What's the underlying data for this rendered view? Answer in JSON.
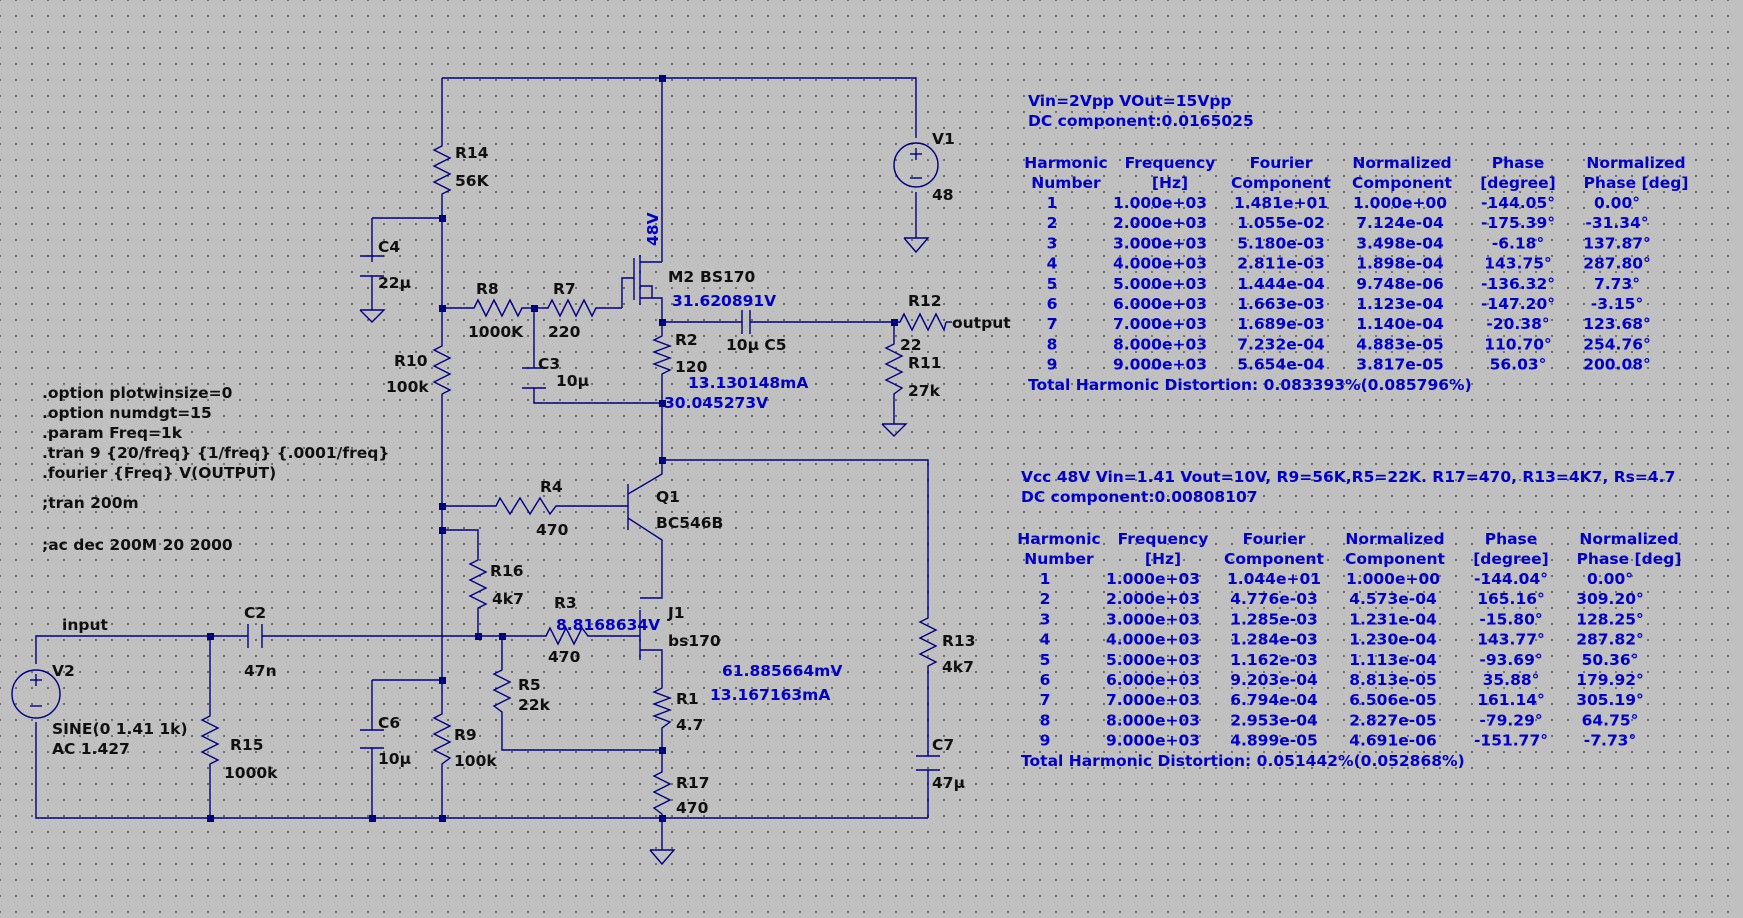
{
  "colors": {
    "background": "#c0c0c0",
    "wire": "#000080",
    "text": "#101010",
    "annotation": "#0000c8"
  },
  "components": {
    "R14": {
      "name": "R14",
      "value": "56K"
    },
    "C4": {
      "name": "C4",
      "value": "22µ"
    },
    "R8": {
      "name": "R8",
      "value": "1000K"
    },
    "R7": {
      "name": "R7",
      "value": "220"
    },
    "C3": {
      "name": "C3",
      "value": "10µ"
    },
    "R10": {
      "name": "R10",
      "value": "100k"
    },
    "V1": {
      "name": "V1",
      "value": "48"
    },
    "M2": {
      "name": "M2",
      "value": "BS170"
    },
    "R2": {
      "name": "R2",
      "value": "120"
    },
    "C5": {
      "name": "10µ C5"
    },
    "R12": {
      "name": "R12",
      "value": "22"
    },
    "R11": {
      "name": "R11",
      "value": "27k"
    },
    "R4": {
      "name": "R4",
      "value": "470"
    },
    "Q1": {
      "name": "Q1",
      "value": "BC546B"
    },
    "R16": {
      "name": "R16",
      "value": "4k7"
    },
    "R3": {
      "name": "R3",
      "value": "470"
    },
    "J1": {
      "name": "J1",
      "value": "bs170"
    },
    "R5": {
      "name": "R5",
      "value": "22k"
    },
    "R1": {
      "name": "R1",
      "value": "4.7"
    },
    "R17": {
      "name": "R17",
      "value": "470"
    },
    "R13": {
      "name": "R13",
      "value": "4k7"
    },
    "C7": {
      "name": "C7",
      "value": "47µ"
    },
    "C2": {
      "name": "C2",
      "value": "47n"
    },
    "C6": {
      "name": "C6",
      "value": "10µ"
    },
    "R9": {
      "name": "R9",
      "value": "100k"
    },
    "R15": {
      "name": "R15",
      "value": "1000k"
    },
    "V2": {
      "name": "V2",
      "value1": "SINE(0 1.41 1k)",
      "value2": "AC 1.427"
    }
  },
  "net_labels": {
    "input": "input",
    "output": "output",
    "vdd_tag": "48V"
  },
  "probes": {
    "m2_source_v": "31.620891V",
    "r2_current": "13.130148mA",
    "node_v": "30.045273V",
    "r3_v": "8.8168634V",
    "j1_v": "61.885664mV",
    "j1_current": "13.167163mA"
  },
  "directives": [
    ".option plotwinsize=0",
    ".option numdgt=15",
    ".param Freq=1k",
    ".tran 9 {20/freq} {1/freq} {.0001/freq}",
    ".fourier {Freq} V(OUTPUT)",
    " ;tran 200m",
    "",
    ";ac dec 200M 20 2000"
  ],
  "fourier_tables": [
    {
      "title": "Vin=2Vpp VOut=15Vpp",
      "dc": "DC component:0.0165025",
      "headers1": [
        "Harmonic",
        "Frequency",
        "Fourier",
        "Normalized",
        "Phase",
        "Normalized"
      ],
      "headers2": [
        "Number",
        "[Hz]",
        "Component",
        "Component",
        "[degree]",
        "Phase [deg]"
      ],
      "rows": [
        [
          "1",
          "1.000e+03",
          "1.481e+01",
          "1.000e+00",
          "-144.05°",
          "0.00°"
        ],
        [
          "2",
          "2.000e+03",
          "1.055e-02",
          "7.124e-04",
          "-175.39°",
          "-31.34°"
        ],
        [
          "3",
          "3.000e+03",
          "5.180e-03",
          "3.498e-04",
          "-6.18°",
          "137.87°"
        ],
        [
          "4",
          "4.000e+03",
          "2.811e-03",
          "1.898e-04",
          "143.75°",
          "287.80°"
        ],
        [
          "5",
          "5.000e+03",
          "1.444e-04",
          "9.748e-06",
          "-136.32°",
          "7.73°"
        ],
        [
          "6",
          "6.000e+03",
          "1.663e-03",
          "1.123e-04",
          "-147.20°",
          "-3.15°"
        ],
        [
          "7",
          "7.000e+03",
          "1.689e-03",
          "1.140e-04",
          "-20.38°",
          "123.68°"
        ],
        [
          "8",
          "8.000e+03",
          "7.232e-04",
          "4.883e-05",
          "110.70°",
          "254.76°"
        ],
        [
          "9",
          "9.000e+03",
          "5.654e-04",
          "3.817e-05",
          "56.03°",
          "200.08°"
        ]
      ],
      "thd": "Total Harmonic Distortion: 0.083393%(0.085796%)"
    },
    {
      "title": "Vcc 48V Vin=1.41 Vout=10V, R9=56K,R5=22K. R17=470, R13=4K7, Rs=4.7",
      "dc": "DC component:0.00808107",
      "headers1": [
        "Harmonic",
        "Frequency",
        "Fourier",
        "Normalized",
        "Phase",
        "Normalized"
      ],
      "headers2": [
        "Number",
        "[Hz]",
        "Component",
        "Component",
        "[degree]",
        "Phase [deg]"
      ],
      "rows": [
        [
          "1",
          "1.000e+03",
          "1.044e+01",
          "1.000e+00",
          "-144.04°",
          "0.00°"
        ],
        [
          "2",
          "2.000e+03",
          "4.776e-03",
          "4.573e-04",
          "165.16°",
          "309.20°"
        ],
        [
          "3",
          "3.000e+03",
          "1.285e-03",
          "1.231e-04",
          "-15.80°",
          "128.25°"
        ],
        [
          "4",
          "4.000e+03",
          "1.284e-03",
          "1.230e-04",
          "143.77°",
          "287.82°"
        ],
        [
          "5",
          "5.000e+03",
          "1.162e-03",
          "1.113e-04",
          "-93.69°",
          "50.36°"
        ],
        [
          "6",
          "6.000e+03",
          "9.203e-04",
          "8.813e-05",
          "35.88°",
          "179.92°"
        ],
        [
          "7",
          "7.000e+03",
          "6.794e-04",
          "6.506e-05",
          "161.14°",
          "305.19°"
        ],
        [
          "8",
          "8.000e+03",
          "2.953e-04",
          "2.827e-05",
          "-79.29°",
          "64.75°"
        ],
        [
          "9",
          "9.000e+03",
          "4.899e-05",
          "4.691e-06",
          "-151.77°",
          "-7.73°"
        ]
      ],
      "thd": "Total Harmonic Distortion: 0.051442%(0.052868%)"
    }
  ]
}
